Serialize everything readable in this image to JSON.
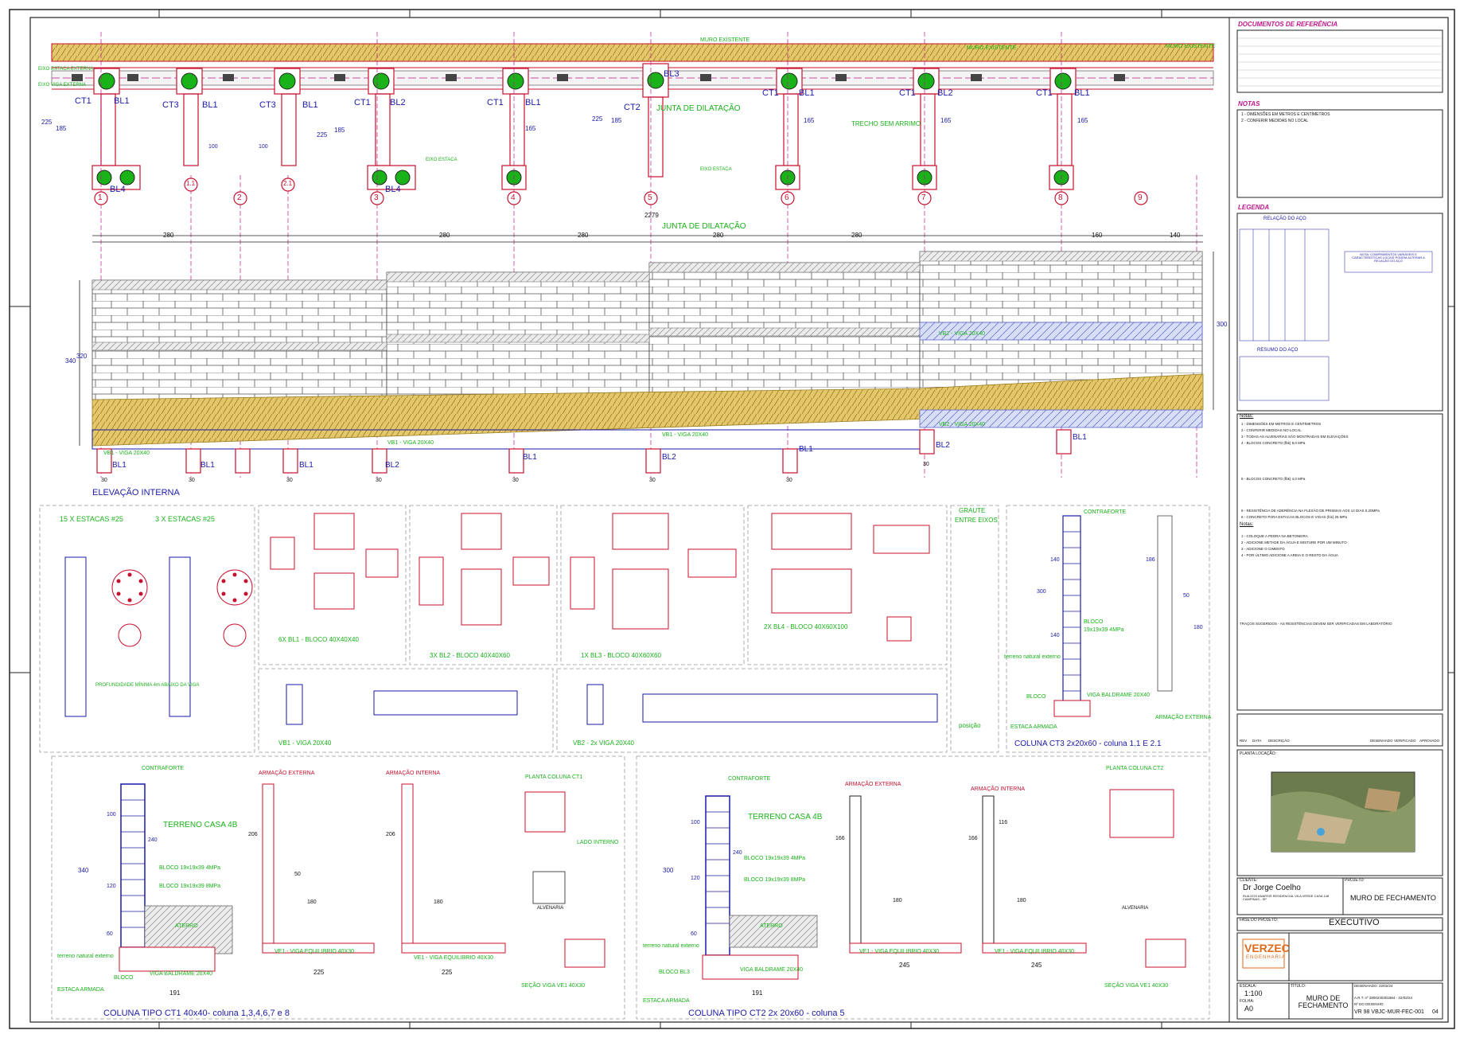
{
  "plan": {
    "muro_existente": [
      "MURO EXISTENTE",
      "MURO EXISTENTE",
      "MURO EXISTENTE"
    ],
    "eixo_labels": [
      "EIXO ESTACA EXTERNA",
      "EIXO VIGA EXTERNA",
      "EIXO ESTACA",
      "EIXO ESTACA"
    ],
    "junta": "JUNTA DE DILATAÇÃO",
    "trecho": "TRECHO SEM ARRIMO",
    "columns": [
      "CT1",
      "CT3",
      "CT3",
      "CT1",
      "CT1",
      "CT2",
      "CT1",
      "CT1",
      "CT1"
    ],
    "blocks": [
      "BL1",
      "BL1",
      "BL1",
      "BL2",
      "BL1",
      "BL3",
      "BL1",
      "BL2",
      "BL1"
    ],
    "feet": [
      "BL4",
      "BL4"
    ],
    "axes": [
      "1",
      "1.1",
      "2",
      "2.1",
      "3",
      "4",
      "5",
      "6",
      "7",
      "8",
      "9"
    ],
    "dims": [
      "225",
      "185",
      "100",
      "100",
      "225",
      "185",
      "165",
      "225",
      "185",
      "165",
      "165",
      "165"
    ]
  },
  "elevation": {
    "total": "2279",
    "spans": [
      "280",
      "280",
      "280",
      "280",
      "280",
      "160",
      "140"
    ],
    "height_left": [
      "340",
      "320"
    ],
    "height_right": "300",
    "junta": "JUNTA DE DILATAÇÃO",
    "title": "ELEVAÇÃO INTERNA",
    "vigas": [
      "VB1 - VIGA 20X40",
      "VB1 - VIGA 20X40",
      "VB1 - VIGA 20X40",
      "VB2 - VIGA 20X40",
      "VB2 - VIGA 20X40"
    ],
    "blocks": [
      "BL1",
      "BL1",
      "BL1",
      "BL2",
      "BL1",
      "BL2",
      "BL1",
      "BL2",
      "BL1"
    ],
    "sizes": [
      "30",
      "30",
      "30",
      "30",
      "30",
      "30",
      "30",
      "30"
    ]
  },
  "details": {
    "estacas1": "15 X ESTACAS #25",
    "estacas2": "3 X ESTACAS #25",
    "profundidade": "PROFUNDIDADE MÍNIMA 4m ABAIXO DA VIGA",
    "bl1": "6X BL1 - BLOCO 40X40X40",
    "bl2": "3X BL2 - BLOCO 40X40X60",
    "bl3": "1X BL3 - BLOCO 40X60X60",
    "bl4": "2X BL4 - BLOCO 40X60X100",
    "vb1": "VB1 - VIGA 20X40",
    "vb2": "VB2 - 2x VIGA 20X40",
    "graute": [
      "GRAUTE",
      "ENTRE EIXOS"
    ],
    "posicao": "posição",
    "ct3_labels": [
      "CONTRAFORTE",
      "BLOCO",
      "19x19x39 4MPa",
      "terreno natural externo",
      "BLOCO",
      "VIGA BALDRAME 20X40",
      "ESTACA ARMADA",
      "ARMAÇÃO EXTERNA"
    ],
    "ct3_title": "COLUNA CT3 2x20x60 - coluna 1.1 E 2.1",
    "ct3_dims": [
      "300",
      "140",
      "140",
      "180",
      "186",
      "50"
    ]
  },
  "ct1": {
    "labels": [
      "CONTRAFORTE",
      "TERRENO CASA 4B",
      "BLOCO 19x19x39 4MPa",
      "BLOCO 19x19x39 8MPa",
      "terreno natural externo",
      "BLOCO",
      "VIGA BALDRAME 20X40",
      "ESTACA ARMADA",
      "ATERRO"
    ],
    "armacao_ext": "ARMAÇÃO EXTERNA",
    "armacao_int": "ARMAÇÃO INTERNA",
    "viga_eq1": "VE1 - VIGA EQUILIBRIO 40X30",
    "viga_eq2": "VE1 - VIGA EQUILIBRIO 40X30",
    "planta": "PLANTA COLUNA CT1",
    "lado": "LADO INTERNO",
    "alvenaria": "ALVENARIA",
    "secao": "SEÇÃO VIGA VE1 40X30",
    "title": "COLUNA TIPO CT1 40x40- coluna 1,3,4,6,7 e 8",
    "dims": [
      "340",
      "100",
      "120",
      "60",
      "191",
      "225",
      "225",
      "206",
      "180",
      "206",
      "180",
      "50",
      "240"
    ]
  },
  "ct2": {
    "labels": [
      "CONTRAFORTE",
      "TERRENO CASA 4B",
      "BLOCO 19x19x39 4MPa",
      "BLOCO 19x19x39 8MPa",
      "terreno natural externo",
      "BLOCO BL3",
      "VIGA BALDRAME 20X40",
      "ESTACA ARMADA",
      "ATERRO"
    ],
    "armacao_ext": "ARMAÇÃO EXTERNA",
    "armacao_int": "ARMAÇÃO INTERNA",
    "viga_eq1": "VE1 - VIGA EQUILIBRIO 40X30",
    "viga_eq2": "VE1 - VIGA EQUILIBRIO 40X30",
    "planta": "PLANTA COLUNA CT2",
    "alvenaria": "ALVENARIA",
    "secao": "SEÇÃO VIGA VE1 40X30",
    "title": "COLUNA TIPO CT2 2x 20x60 - coluna 5",
    "dims": [
      "300",
      "100",
      "120",
      "60",
      "191",
      "245",
      "245",
      "166",
      "180",
      "166",
      "180",
      "116",
      "240"
    ]
  },
  "titleblock": {
    "docs_ref": "DOCUMENTOS DE REFERÊNCIA",
    "notas": "NOTAS",
    "notas_items": [
      "1 - DIMENSÕES EM METROS E CENTÍMETROS",
      "2 - CONFERIR MEDIDAS NO LOCAL"
    ],
    "legenda": "LEGENDA",
    "relacao_aco": "RELAÇÃO DO AÇO",
    "resumo_aco": "RESUMO DO AÇO",
    "nota_box": "NOTA: COMPRIMENTOS VARIÁVEIS E CARACTERÍSTICAS LOCAIS PODEM ALTERAR A RELAÇÃO DO AÇO",
    "notas2": "Notas:",
    "notas2_items": [
      "1 - DIMENSÕES EM METROS E CENTÍMETROS",
      "2 - CONFERIR MEDIDAS NO LOCAL",
      "3 - TODAS AS ALVENARIAS SÃO MOSTRADAS EM ELEVAÇÕES",
      "4 - BLOCOS CONCRETO (fbk) 8,0 MPa",
      "5 - BLOCOS CONCRETO (fbk) 4,0 MPa",
      "6 - RESISTÊNCIA DE ADERÊNCIA NA FLEXÃO DE PRISMAS AOS 14 DIAS 0,20MPa",
      "6 - CONCRETO PARA ESTACAS BLOCOS E VIGAS (fck) 25 MPa"
    ],
    "notas3": "Notas:",
    "notas3_items": [
      "1 - COLOQUE A PEDRA NA BETONEIRA",
      "2 - ADICIONE METADE DA ÁGUA E MISTURE POR UM MINUTO",
      "3 - ADICIONE O CIMENTO",
      "4 - POR ÚLTIMO ADICIONE A AREIA E O RESTO DA ÁGUA"
    ],
    "tracos": "TRAÇOS SUGERIDOS - AS RESISTÊNCIAS DEVEM SER VERIFICADAS EM LABORATÓRIO",
    "rev_headers": [
      "REV",
      "DATA",
      "DESCRIÇÃO",
      "DESENHADO",
      "VERIFICADO",
      "APROVADO"
    ],
    "planta_loc": "PLANTA LOCAÇÃO:",
    "cliente_label": "CLIENTE:",
    "cliente": "Dr Jorge Coelho",
    "cliente_end": "RUA DOS ANARSIS RESIDENCIAL VILA VERDE CASA 148 CAMPINAS - SP",
    "projeto_label": "PROJETO:",
    "projeto": "MURO DE FECHAMENTO",
    "fase_label": "FASE DO PROJETO:",
    "fase": "EXECUTIVO",
    "empresa": "VERZEC",
    "empresa_sub": "ENGENHARIA",
    "escala_label": "ESCALA:",
    "escala": "1:100",
    "folha_label": "FOLHA:",
    "folha": "A0",
    "titulo_label": "TÍTULO:",
    "titulo": "MURO DE FECHAMENTO",
    "desenhado": "DESENHADO: 22/02/24",
    "art": "A.R.T. nº 2800240301884 - 22/02/24",
    "num_label": "Nº DO DESENHO:",
    "numero": "VR 98 VBJC-MUR-FEC-001",
    "rev": "04"
  }
}
